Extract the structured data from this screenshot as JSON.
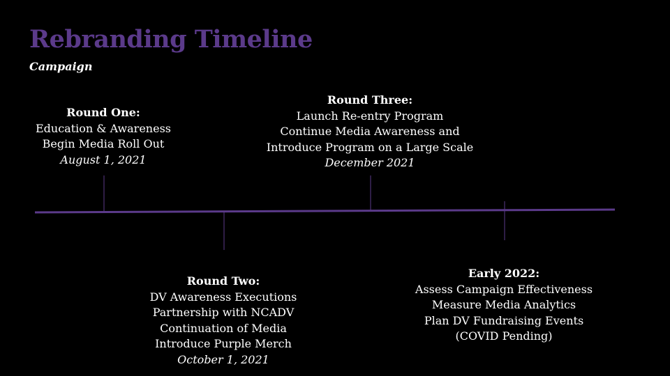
{
  "title": "Rebranding Timeline",
  "subtitle": "Campaign",
  "colors": {
    "background": "#000000",
    "accent": "#5b3a8a",
    "text": "#ffffff"
  },
  "events": [
    {
      "label": "Round One:",
      "lines": [
        "Education & Awareness",
        "Begin Media Roll Out"
      ],
      "date": "August 1, 2021"
    },
    {
      "label": "Round Two:",
      "lines": [
        "DV Awareness Executions",
        "Partnership with NCADV",
        "Continuation of Media",
        "Introduce Purple Merch"
      ],
      "date": "October 1, 2021"
    },
    {
      "label": "Round Three:",
      "lines": [
        "Launch Re-entry Program",
        "Continue Media Awareness and",
        "Introduce Program on a Large Scale"
      ],
      "date": "December 2021"
    },
    {
      "label": "Early 2022:",
      "lines": [
        "Assess Campaign Effectiveness",
        "Measure Media Analytics",
        "Plan DV Fundraising Events",
        "(COVID Pending)"
      ]
    }
  ]
}
